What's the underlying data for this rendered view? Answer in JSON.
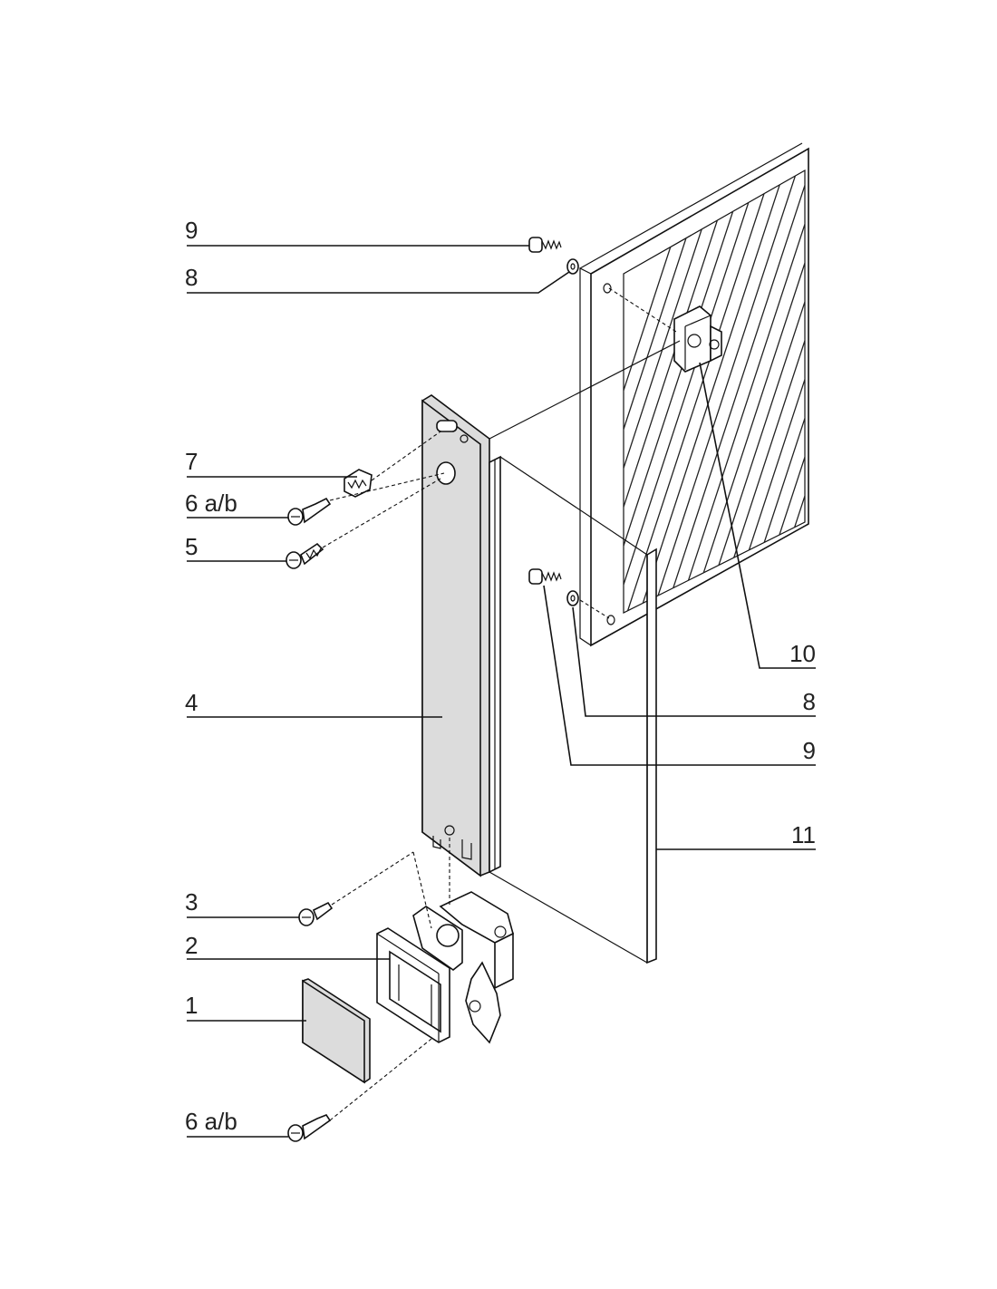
{
  "labels": {
    "l9_top": "9",
    "l8_top": "8",
    "l7": "7",
    "l6ab_top": "6 a/b",
    "l5": "5",
    "l4": "4",
    "l3": "3",
    "l2": "2",
    "l1": "1",
    "l6ab_bottom": "6 a/b",
    "l10": "10",
    "l8_right": "8",
    "l9_right": "9",
    "l11": "11"
  },
  "colors": {
    "line": "#111111",
    "panel_fill": "#dcdcdc",
    "background": "#ffffff"
  }
}
